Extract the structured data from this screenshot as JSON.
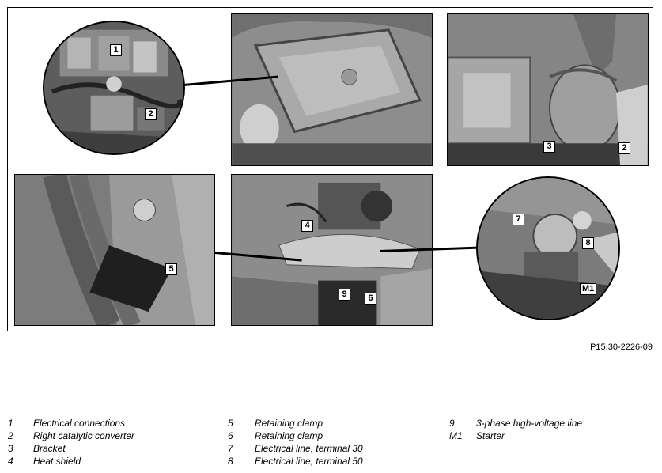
{
  "figure_ref": "P15.30-2226-09",
  "callouts": {
    "c1": "1",
    "c2a": "2",
    "c2b": "2",
    "c3": "3",
    "c4": "4",
    "c5": "5",
    "c6": "6",
    "c7": "7",
    "c8": "8",
    "c9": "9",
    "cM1": "M1"
  },
  "legend": [
    {
      "num": "1",
      "text": "Electrical connections"
    },
    {
      "num": "2",
      "text": "Right catalytic converter"
    },
    {
      "num": "3",
      "text": "Bracket"
    },
    {
      "num": "4",
      "text": "Heat shield"
    },
    {
      "num": "5",
      "text": "Retaining clamp"
    },
    {
      "num": "6",
      "text": "Retaining clamp"
    },
    {
      "num": "7",
      "text": "Electrical line, terminal 30"
    },
    {
      "num": "8",
      "text": "Electrical line, terminal 50"
    },
    {
      "num": "9",
      "text": "3-phase high-voltage line"
    },
    {
      "num": "M1",
      "text": "Starter"
    }
  ]
}
